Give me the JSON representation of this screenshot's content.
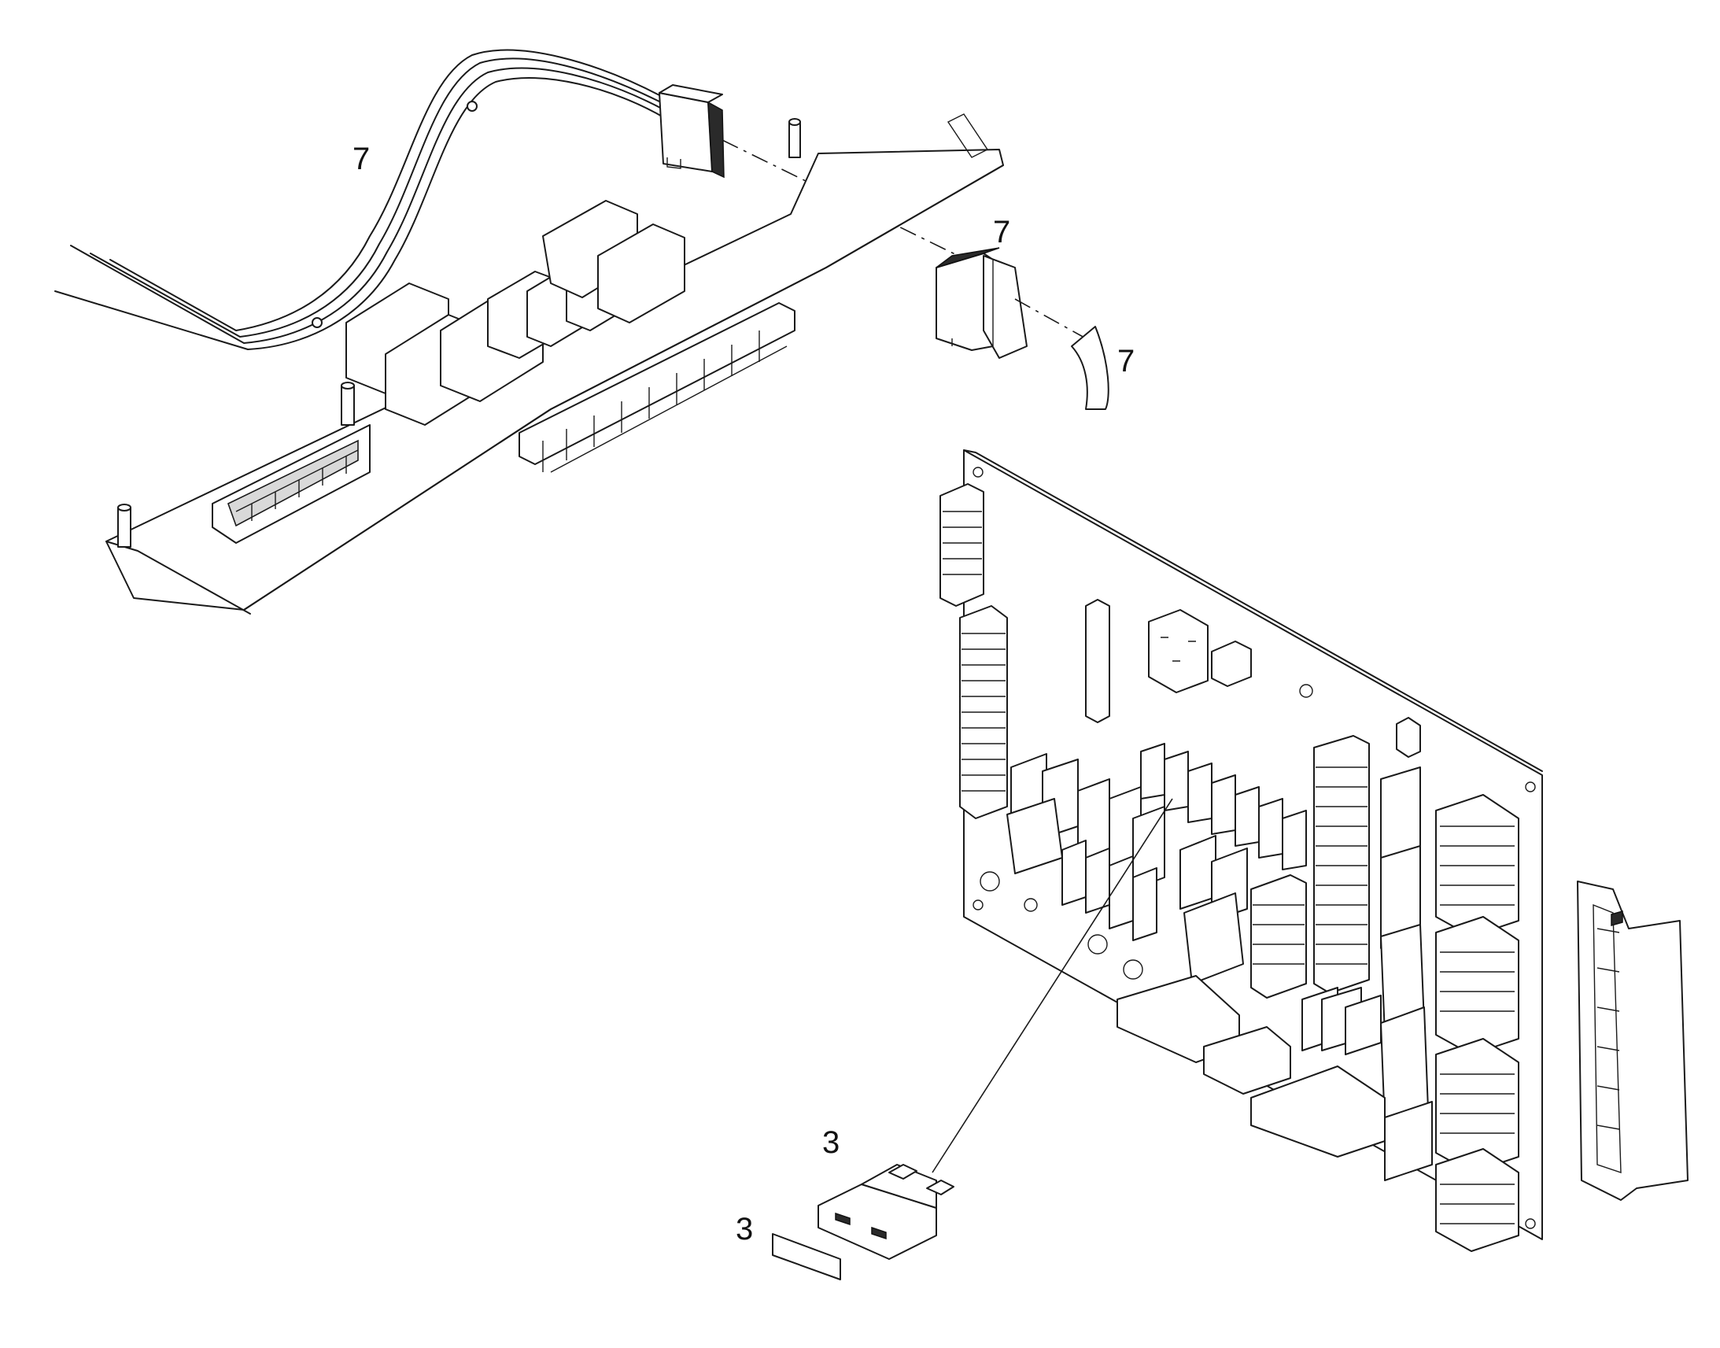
{
  "callouts": [
    {
      "id": "relay-harness",
      "label": "7"
    },
    {
      "id": "rocker-switch",
      "label": "7"
    },
    {
      "id": "switch-lens",
      "label": "7"
    },
    {
      "id": "blade-fuse",
      "label": "3"
    },
    {
      "id": "fuse-label",
      "label": "3"
    }
  ],
  "colors": {
    "line": "#1a1a1a",
    "background": "#ffffff",
    "shade": "#d9d9d9",
    "dark": "#2a2a2a"
  }
}
